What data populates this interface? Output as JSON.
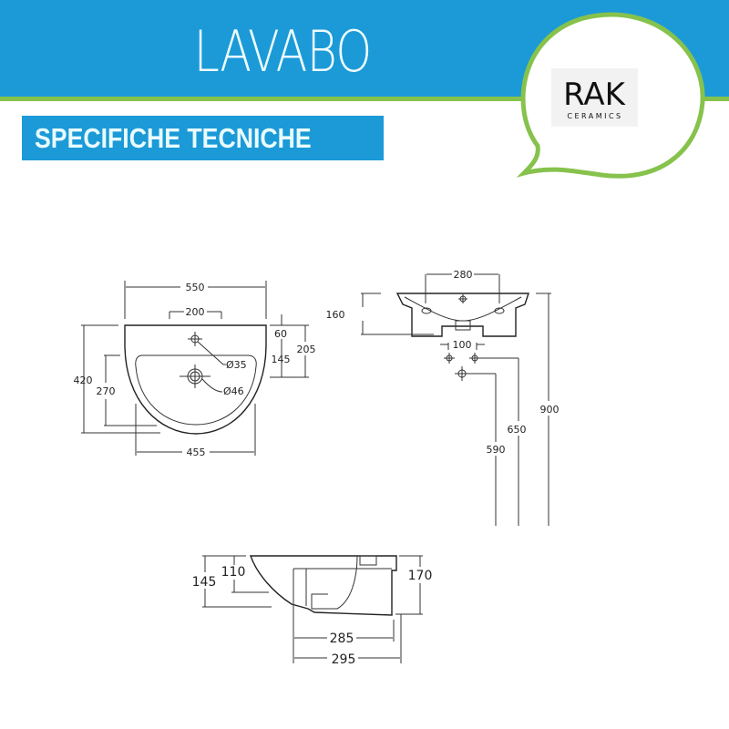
{
  "header": {
    "title": "LAVABO",
    "subtitle": "SPECIFICHE TECNICHE"
  },
  "logo": {
    "brand": "RAK",
    "tagline": "CERAMICS"
  },
  "colors": {
    "blue": "#1b9ad7",
    "green": "#86c24c"
  },
  "front_view": {
    "width": "550",
    "tap_spacing": "200",
    "depth": "420",
    "bowl_depth": "270",
    "bowl_width": "455",
    "tap_offset": "60",
    "waste_offset": "145",
    "total_offset": "205",
    "tap_hole": "Ø35",
    "waste_hole": "Ø46"
  },
  "rear_view": {
    "fixing_spacing": "280",
    "height": "160",
    "waste_spacing": "100",
    "h_590": "590",
    "h_650": "650",
    "h_900": "900"
  },
  "side_view": {
    "h_145": "145",
    "h_110": "110",
    "h_170": "170",
    "d_285": "285",
    "d_295": "295"
  }
}
